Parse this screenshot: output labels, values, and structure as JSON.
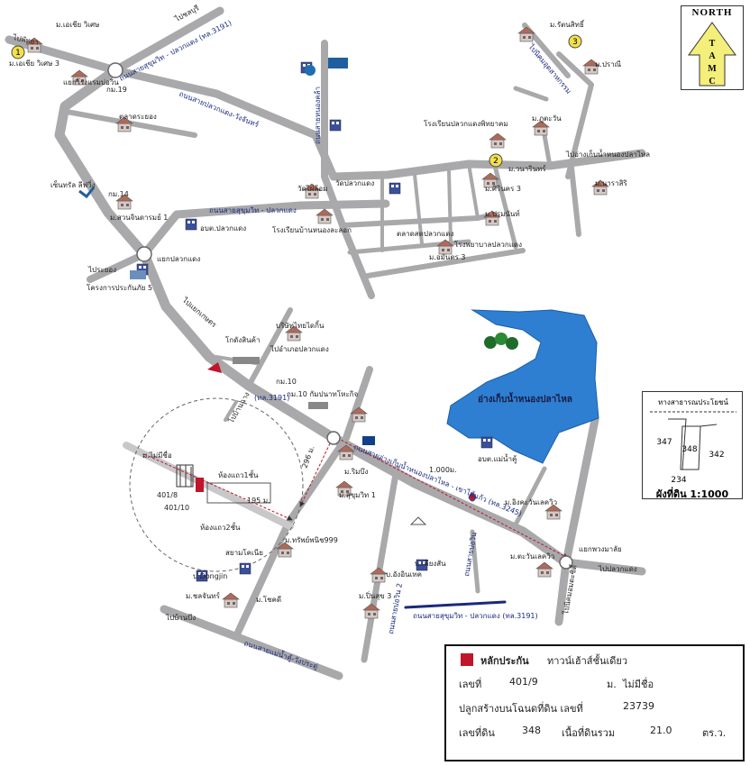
{
  "compass": {
    "title": "NORTH",
    "letters": [
      "T",
      "A",
      "M",
      "C"
    ]
  },
  "places": {
    "moo_asia_wiset": "ม.เอเชีย วิเศษ",
    "moo_asia_wiset_3": "ม.เอเชีย วิเศษ 3",
    "to_pattaya": "ไปพัทยา",
    "to_chonburi": "ไปชลบุรี",
    "rd_sukhumvit_3191_top": "ถนนสายสุขุมวิท - ปลวกแดง (ทล.3191)",
    "rd_bangsaray": "ถนนสายปลวกแดง-วังจันทร์",
    "rd_nong_khla": "ถนนสายหนองคล้า",
    "market_rayong": "ตลาดระยอง",
    "nonglakhon_school": "โรงเรียนบ้านหนองละลอก",
    "wat_plakwai": "วัดปลวกแดง",
    "school_pluakdaeng": "โรงเรียนปลวกแดงพิทยาคม",
    "moo_wanarin": "ม.วนารินทร์",
    "moo_phutawan": "ม.ภูตะวัน",
    "to_nong_pla_lai": "ไปอ่างเก็บน้ำหนองปลาไหล",
    "moo_narasiri": "ม.นาราสิริ",
    "moo_rattanasit": "ม.รัตนสิทธิ์",
    "moo_pramanee": "ม.ปราณี",
    "to_rattanakosin": "ไปนิคมอุตสาหกรรม",
    "rd_sukhumvit_plakdaeng_mid": "ถนนสายสุขุมวิท - ปลวกแดง",
    "moo_suanjinda": "ม.สวนจินดารมย์ 1",
    "ban_pluakdaeng": "อบต.ปลวกแดง",
    "wat_sam": "วัดไผ่ล้อม",
    "hospital": "โรงพยาบาลปลวกแดง",
    "moo_mailamon": "ม.อมันตร 3",
    "market_plakdaeng": "ตลาดสดปลวกแดง",
    "moo_praman": "ม.ปรมนันท์",
    "moo_sirinakhon": "ม.ศิรินคร 3",
    "km_19": "กม.19",
    "km_14": "กม.14",
    "km_10": "กม.10",
    "sentraw": "เซ็นทรัล ลีฟวิ่ง",
    "interchange_pluak": "แยกปลวกแดง",
    "interchange_bowin": "แยกโรงแรมบ่อวิน",
    "to_rayong": "ไประยอง",
    "krok_project_5": "โครงการประกันภัย 5",
    "to_rayong_2": "ไปแยกเกษตร",
    "to_chanthaburi": "ไปอำเภอปลวกแดง",
    "warehouse": "โกดังสินค้า",
    "factory": "บริษัทไทยไดกิ้น",
    "km_10_factory": "กม.10 กัมปนาทโหะกิจ",
    "rd_3191": "(ทล.3191)",
    "reservoir": "อ่างเก็บน้ำหนองปลาไหล",
    "tambon_maenamkhu": "อบต.แม่น้ำคู้",
    "rd_nongplalai_khaomaikaew": "ถนนสายอ่างเก็บน้ำหนองปลาไหล - เขาไม้แก้ว (ทล.3245)",
    "dist_1km": "1.000ม.",
    "dist_195": "195 ม.",
    "dist_296": "296 ม.",
    "to_bangsaray_n": "ไปบ้านฉาง",
    "moo_rinsin": "ม.ริมบึง",
    "moo_sutthichai": "ม.สุขุมวิท 1",
    "townhome_1": "ห้องแถว1ชั้น",
    "townhome_2": "ห้องแถว2ชั้น",
    "plot_401_8": "401/8",
    "plot_401_10": "401/10",
    "no_name_moo": "ม.ไม่มีชื่อ",
    "moo_sapphaichit": "ม.ทรัพย์พนิช999",
    "somnuk": "สยามโคเนีย",
    "bdongjin": "บ.Dongjin",
    "moo_chonlachan": "ม.ชลจันทร์",
    "moo_chokedee": "ม.โชคดี",
    "to_ban_bueng": "ไปบ้านบึง",
    "rd_maenamkhu": "ถนนสายแม่น้ำคู้-วังประดู่",
    "moo_pimsuk_3": "ม.ปิ่นสุข 3",
    "rd_bowin_2": "ถนนสายบ่อวิน 2",
    "b_angsin": "บ.อังอินเทค",
    "b_khetsan": "บ.เคียงสัน",
    "rd_sukhumvit_3191_bot": "ถนนสายสุขุมวิท - ปลวกแดง (ทล.3191)",
    "moo_ingkawan": "ม.อิงคะวันเลควิว",
    "moo_tawan": "ม.ตะวันเลควิว",
    "junction_phaiprathan": "แยกพวงมาลัย",
    "to_bangkhla": "ไปปลวกแดง",
    "to_chonburi_2": "ไปนิคมอมตะซิตี้",
    "rd_nongplalai": "ถนนสายบ่อวิน"
  },
  "plot_diagram": {
    "road_label": "ทางสาธารณประโยชน์",
    "lot": "348",
    "left": "347",
    "right": "342",
    "bottom": "234",
    "scale": "ผังที่ดิน 1:1000"
  },
  "info_box": {
    "header_label": "หลักประกัน",
    "header_value": "ทาวน์เฮ้าส์ชั้นเดียว",
    "no_label": "เลขที่",
    "no_value": "401/9",
    "moo_label": "ม.",
    "moo_value": "ไม่มีชื่อ",
    "deed_label": "ปลูกสร้างบนโฉนดที่ดิน เลขที่",
    "deed_value": "23739",
    "land_label": "เลขที่ดิน",
    "land_value": "348",
    "area_label": "เนื้อที่ดินรวม",
    "area_value": "21.0",
    "area_unit": "ตร.ว."
  },
  "colors": {
    "road": "#a9a9ab",
    "road_edge": "#8c8c8e",
    "water": "#2e7fd1",
    "marker": "#c0152a",
    "accent": "#1a2a7a"
  }
}
